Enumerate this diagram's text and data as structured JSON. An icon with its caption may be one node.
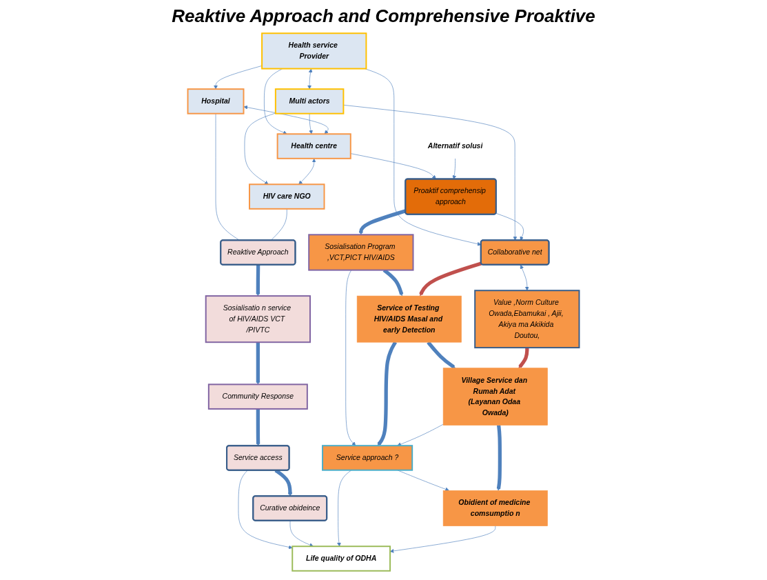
{
  "diagram": {
    "title": "Reaktive Approach and Comprehensive Proaktive",
    "nodes": [
      {
        "text": [
          "Health service Provider"
        ]
      },
      {
        "text": [
          "Multi actors"
        ]
      },
      {
        "text": [
          "Hospital"
        ]
      },
      {
        "text": [
          "Health centre"
        ]
      },
      {
        "text": [
          "HIV care NGO"
        ]
      },
      {
        "text": [
          "Reaktive Approach"
        ]
      },
      {
        "text": [
          "Sosialisatio n service of HIV/AIDS VCT /PIVTC"
        ]
      },
      {
        "text": [
          "Community Response"
        ]
      },
      {
        "text": [
          "Service access"
        ]
      },
      {
        "text": [
          "Curative obideince"
        ]
      },
      {
        "text": [
          "Alternatif solusi"
        ]
      },
      {
        "text": [
          "Proaktif comprehensip approach"
        ]
      },
      {
        "text": [
          "Sosialisation Program ,VCT,PICT HIV/AIDS"
        ]
      },
      {
        "text": [
          "Collaborative net"
        ]
      },
      {
        "text": [
          "Service of Testing HIV/AIDS Masal and early Detection"
        ]
      },
      {
        "text": [
          "Service approach ?"
        ]
      },
      {
        "text": [
          "Life quality of ODHA"
        ]
      },
      {
        "text": [
          "Value ,Norm Culture Owada,Ebamukai , Ajii, Akiya ma Akikida Doutou,"
        ]
      },
      {
        "text": [
          "Village Service dan Rumah Adat (Layanan Odaa Owada)"
        ]
      },
      {
        "text": [
          "Obidient of medicine comsumptio n"
        ]
      }
    ],
    "edges": [
      {
        "from": 0,
        "to": 2,
        "arrow": "to"
      },
      {
        "from": 0,
        "to": 1,
        "arrow": "both"
      },
      {
        "from": 0,
        "to": 3,
        "arrow": "to"
      },
      {
        "from": 1,
        "to": 3,
        "arrow": "to"
      },
      {
        "from": 1,
        "to": 4,
        "arrow": "to"
      },
      {
        "from": 2,
        "to": 3,
        "arrow": "both"
      },
      {
        "from": 3,
        "to": 4,
        "arrow": "both"
      },
      {
        "from": 2,
        "to": 5,
        "arrow": "none"
      },
      {
        "from": 4,
        "to": 5,
        "arrow": "none"
      },
      {
        "from": 3,
        "to": 11,
        "arrow": "to"
      },
      {
        "from": 10,
        "to": 11,
        "arrow": "to"
      },
      {
        "from": 0,
        "to": 13,
        "arrow": "to"
      },
      {
        "from": 1,
        "to": 13,
        "arrow": "to"
      },
      {
        "from": 11,
        "to": 13,
        "arrow": "to"
      },
      {
        "from": 5,
        "to": 6,
        "arrow": "to",
        "style": "thick"
      },
      {
        "from": 6,
        "to": 7,
        "arrow": "to",
        "style": "thick"
      },
      {
        "from": 7,
        "to": 8,
        "arrow": "to",
        "style": "thick"
      },
      {
        "from": 8,
        "to": 9,
        "arrow": "to",
        "style": "thick"
      },
      {
        "from": 8,
        "to": 16,
        "arrow": "to"
      },
      {
        "from": 9,
        "to": 16,
        "arrow": "to"
      },
      {
        "from": 11,
        "to": 12,
        "arrow": "to",
        "style": "thick"
      },
      {
        "from": 12,
        "to": 14,
        "arrow": "to",
        "style": "thick"
      },
      {
        "from": 12,
        "to": 15,
        "arrow": "to"
      },
      {
        "from": 13,
        "to": 14,
        "arrow": "to",
        "style": "thick",
        "color": "#c0504d"
      },
      {
        "from": 13,
        "to": 17,
        "arrow": "both"
      },
      {
        "from": 14,
        "to": 15,
        "arrow": "to",
        "style": "thick"
      },
      {
        "from": 14,
        "to": 18,
        "arrow": "to",
        "style": "thick"
      },
      {
        "from": 17,
        "to": 18,
        "arrow": "to",
        "style": "thick",
        "color": "#c0504d"
      },
      {
        "from": 18,
        "to": 15,
        "arrow": "to"
      },
      {
        "from": 15,
        "to": 16,
        "arrow": "to"
      },
      {
        "from": 15,
        "to": 19,
        "arrow": "to"
      },
      {
        "from": 18,
        "to": 19,
        "arrow": "to",
        "style": "thick"
      },
      {
        "from": 19,
        "to": 16,
        "arrow": "to"
      }
    ]
  }
}
